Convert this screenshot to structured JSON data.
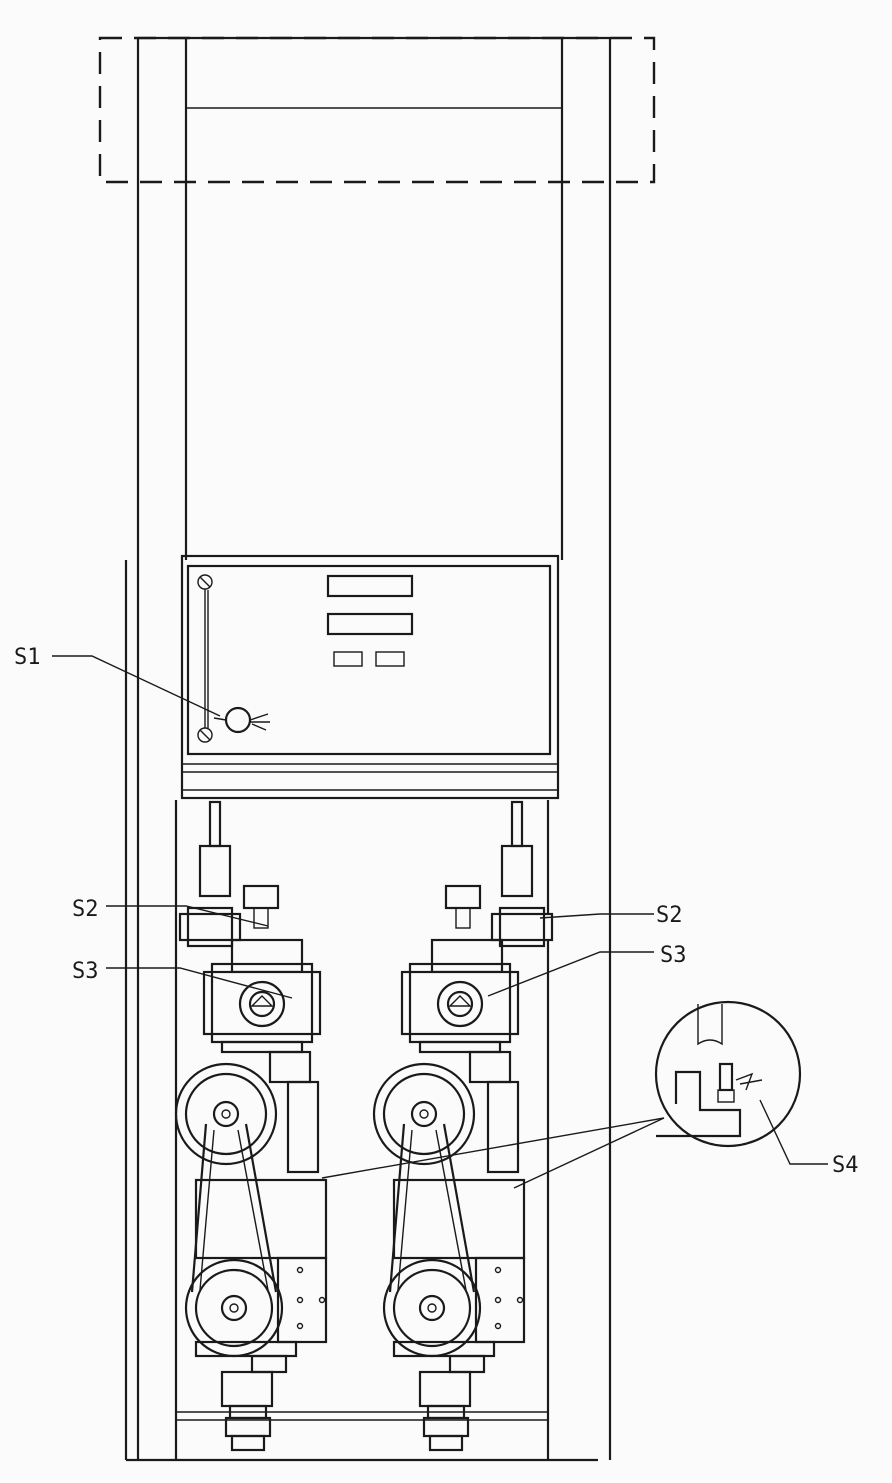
{
  "labels": {
    "s1": "S1",
    "s2_left": "S2",
    "s2_right": "S2",
    "s3_left": "S3",
    "s3_right": "S3",
    "s4": "S4"
  },
  "colors": {
    "ink": "#1a1a1a",
    "paper": "#fbfbfb"
  }
}
